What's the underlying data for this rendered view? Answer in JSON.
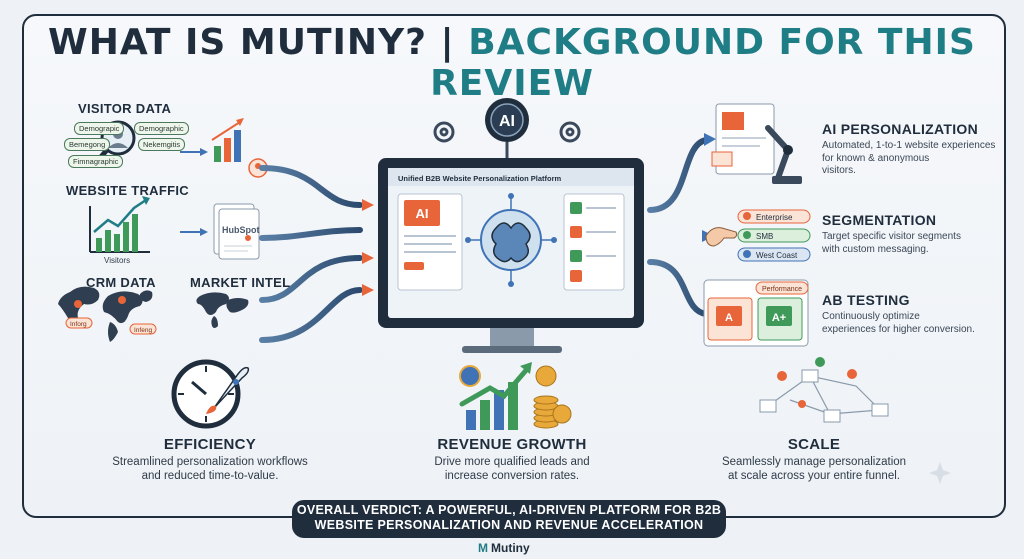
{
  "title": {
    "part1": "WHAT IS MUTINY?",
    "separator": "|",
    "part2": "BACKGROUND FOR THIS REVIEW"
  },
  "inputs": {
    "visitor_data": {
      "label": "VISITOR DATA",
      "chips": [
        "Demograpic",
        "Demographic",
        "Bemegong",
        "Nekemgitis",
        "Fimnagraphic"
      ]
    },
    "website_traffic": {
      "label": "WEBSITE TRAFFIC",
      "chart_label": "Visitors"
    },
    "crm_data": {
      "label": "CRM DATA",
      "tags": [
        "Inforg",
        "Infeng"
      ]
    },
    "market_intel": {
      "label": "MARKET INTEL",
      "doc_brand": "HubSpot"
    }
  },
  "center": {
    "ai_badge": "AI",
    "screen_header": "Unified B2B Website Personalization Platform",
    "card_ai": "AI"
  },
  "features": [
    {
      "title": "AI PERSONALIZATION",
      "desc": [
        "Automated, 1-to-1 website experiences",
        "for known & anonymous",
        "visitors."
      ]
    },
    {
      "title": "SEGMENTATION",
      "desc": [
        "Target specific visitor segments",
        "with custom messaging."
      ],
      "segments": [
        "Enterprise",
        "SMB",
        "West Coast"
      ]
    },
    {
      "title": "AB TESTING",
      "desc": [
        "Continuously optimize",
        "experiences for higher conversion."
      ],
      "badge": "Performance",
      "variants": [
        "A",
        "A+"
      ]
    }
  ],
  "benefits": [
    {
      "title": "EFFICIENCY",
      "desc": [
        "Streamlined personalization workflows",
        "and reduced time-to-value."
      ]
    },
    {
      "title": "REVENUE GROWTH",
      "desc": [
        "Drive more qualified leads and",
        "increase conversion rates."
      ]
    },
    {
      "title": "SCALE",
      "desc": [
        "Seamlessly manage personalization",
        "at scale across your entire funnel."
      ]
    }
  ],
  "verdict": [
    "OVERALL VERDICT: A POWERFUL, AI-DRIVEN PLATFORM FOR B2B",
    "WEBSITE PERSONALIZATION AND REVENUE ACCELERATION"
  ],
  "brand": {
    "mark": "M",
    "name": "Mutiny"
  },
  "colors": {
    "navy": "#1f2d3d",
    "teal": "#1f7d86",
    "orange": "#e8653a",
    "green": "#3f9a5a",
    "blue": "#3f73b5"
  }
}
